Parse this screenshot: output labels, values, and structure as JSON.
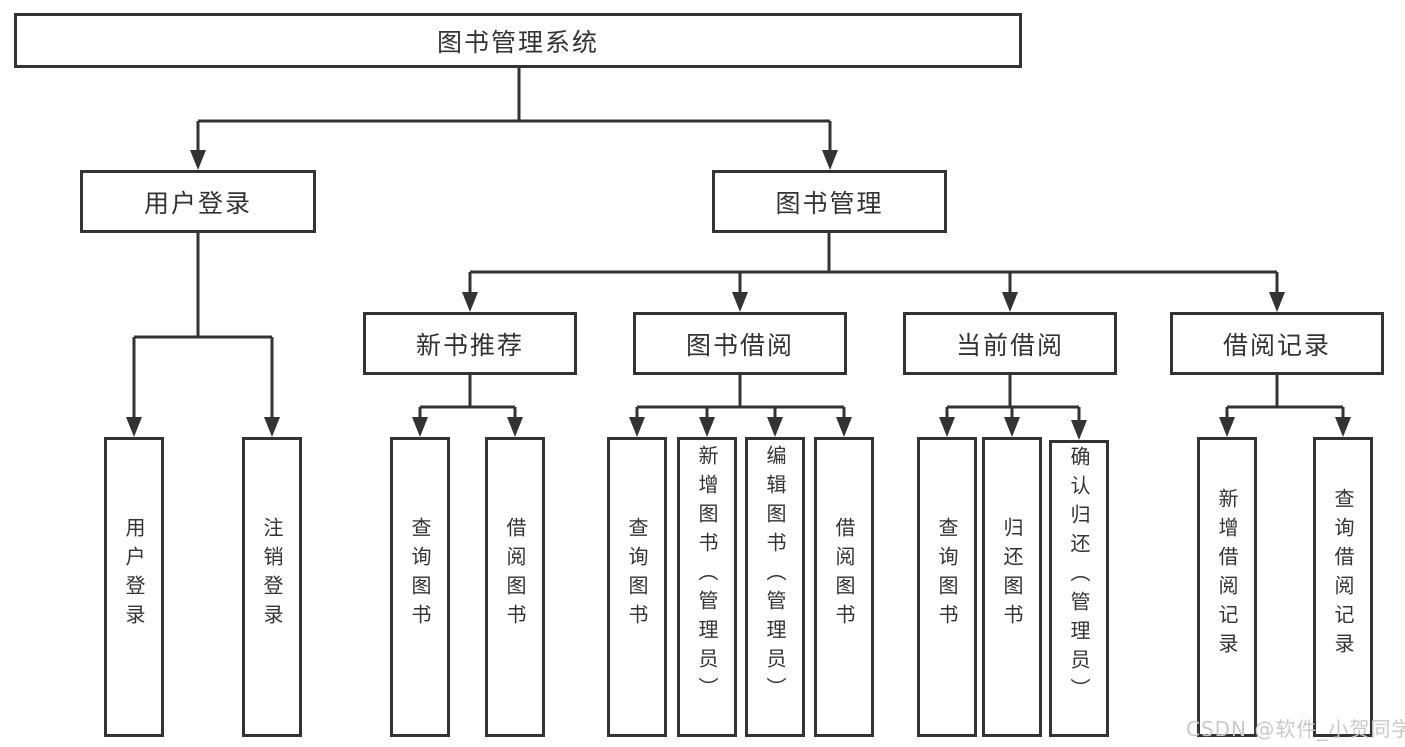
{
  "nodes": {
    "root": "图书管理系统",
    "user_login": "用户登录",
    "book_mgmt": "图书管理",
    "new_books": "新书推荐",
    "book_borrow": "图书借阅",
    "current_borrow": "当前借阅",
    "borrow_records": "借阅记录",
    "leaves": {
      "user": [
        "用户登录",
        "注销登录"
      ],
      "new_books": [
        "查询图书",
        "借阅图书"
      ],
      "book_borrow": [
        "查询图书",
        "新增图书（管理员）",
        "编辑图书（管理员）",
        "借阅图书"
      ],
      "current_borrow": [
        "查询图书",
        "归还图书",
        "确认归还（管理员）"
      ],
      "borrow_records": [
        "新增借阅记录",
        "查询借阅记录"
      ]
    }
  },
  "watermark": "CSDN @软件_小贺同学",
  "colors": {
    "line": "#333333",
    "text": "#333333",
    "watermark": "#c9c9c9",
    "background": "#ffffff"
  }
}
